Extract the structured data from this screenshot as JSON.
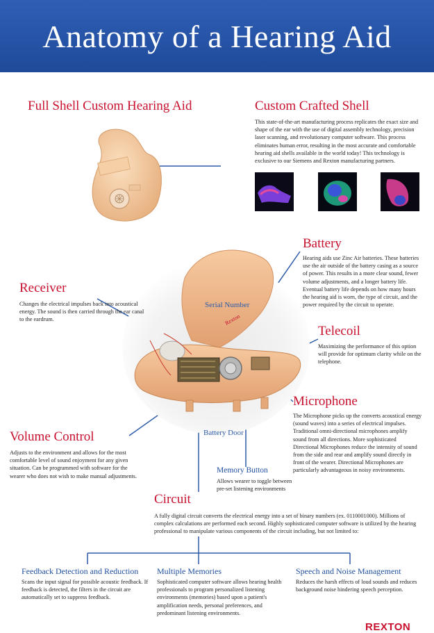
{
  "header": {
    "title": "Anatomy of a Hearing Aid"
  },
  "colors": {
    "banner_blue": "#1f4a9a",
    "title_red": "#c8102e",
    "title_blue": "#1f4f9f",
    "line_blue": "#2d5ba8",
    "shell_tan": "#f2c79c"
  },
  "shell": {
    "title": "Full Shell Custom Hearing Aid"
  },
  "custom_shell": {
    "title": "Custom Crafted Shell",
    "text": "This state-of-the-art manufacturing process replicates the exact size and shape of the ear with the use of digital assembly technology, precision laser scanning, and revolutionary computer software. This process eliminates human error, resulting in the most accurate and comfortable hearing aid shells available in the world today! This technology is exclusive to our Siemens and Rexton manufacturing partners."
  },
  "battery": {
    "title": "Battery",
    "text": "Hearing aids use Zinc Air batteries. These batteries use the air outside of the battery casing as a source of power. This results in a more clear sound, fewer volume adjustments, and a longer battery life. Eventual battery life depends on how many hours the hearing aid is worn, the type of circuit, and the power required by the circuit to operate."
  },
  "receiver": {
    "title": "Receiver",
    "text": "Changes the electrical impulses back into acoustical energy. The sound is then carried through the ear canal to the eardrum."
  },
  "serial_number": {
    "label": "Serial Number"
  },
  "telecoil": {
    "title": "Telecoil",
    "text": "Maximizing the performance of this option will provide for optimum clarity while on the telephone."
  },
  "microphone": {
    "title": "Microphone",
    "text": "The Microphone picks up the converts acoustical energy (sound waves) into a series of electrical impulses. Traditional omni-directional microphones amplify sound from all directions. More sophisticated Directional Microphones reduce the intensity of sound from the side and rear and amplify sound directly in front of the wearer. Directional Microphones are particularly advantageous in noisy environments."
  },
  "volume_control": {
    "title": "Volume Control",
    "text": "Adjusts to the environment and allows for the most comfortable level of sound enjoyment for any given situation. Can be programmed with software for the wearer who does not wish to make manual adjustments."
  },
  "battery_door": {
    "label": "Battery Door"
  },
  "memory_button": {
    "title": "Memory Button",
    "text": "Allows wearer to toggle between pre-set listening environments"
  },
  "circuit": {
    "title": "Circuit",
    "text": "A fully digital circuit converts the electrical energy into a set of binary numbers (ex. 0110001000). Millions of complex calculations are performed each second. Highly sophisticated computer software is utilized by the hearing professional to manipulate various components of the circuit including, but not limited to:"
  },
  "feedback": {
    "title": "Feedback Detection and Reduction",
    "text": "Scans the input signal for possible acoustic feedback. If feedback is detected, the filters in the circuit are automatically set to suppress feedback."
  },
  "memories": {
    "title": "Multiple Memories",
    "text": "Sophisticated computer software allows hearing health professionals to program personalized listening environments (memories) based upon a patient's amplification needs, personal preferences, and predominant listening environments."
  },
  "speech": {
    "title": "Speech and Noise Management",
    "text": "Reduces the harsh effects of loud sounds and reduces background noise hindering speech perception."
  },
  "logo": {
    "text": "REXTON"
  }
}
